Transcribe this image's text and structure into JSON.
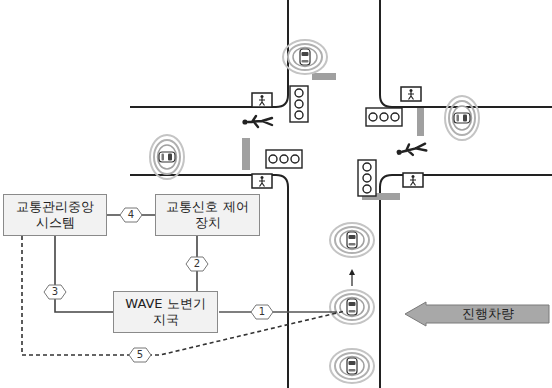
{
  "diagram": {
    "nodes": [
      {
        "text": [
          "교통관리중앙 시스템"
        ]
      },
      {
        "text": [
          "교통신호 제어장치"
        ]
      },
      {
        "text": [
          "WAVE 노변기지국"
        ]
      },
      {
        "text": [
          "진행차량"
        ]
      }
    ],
    "edges": [
      {
        "from": 0,
        "to": 1,
        "arrow": "none",
        "label": "4"
      },
      {
        "from": 1,
        "to": 2,
        "arrow": "none",
        "label": "2"
      },
      {
        "from": 0,
        "to": 2,
        "arrow": "none",
        "label": "3"
      }
    ],
    "labels": [
      "1",
      "5"
    ]
  }
}
